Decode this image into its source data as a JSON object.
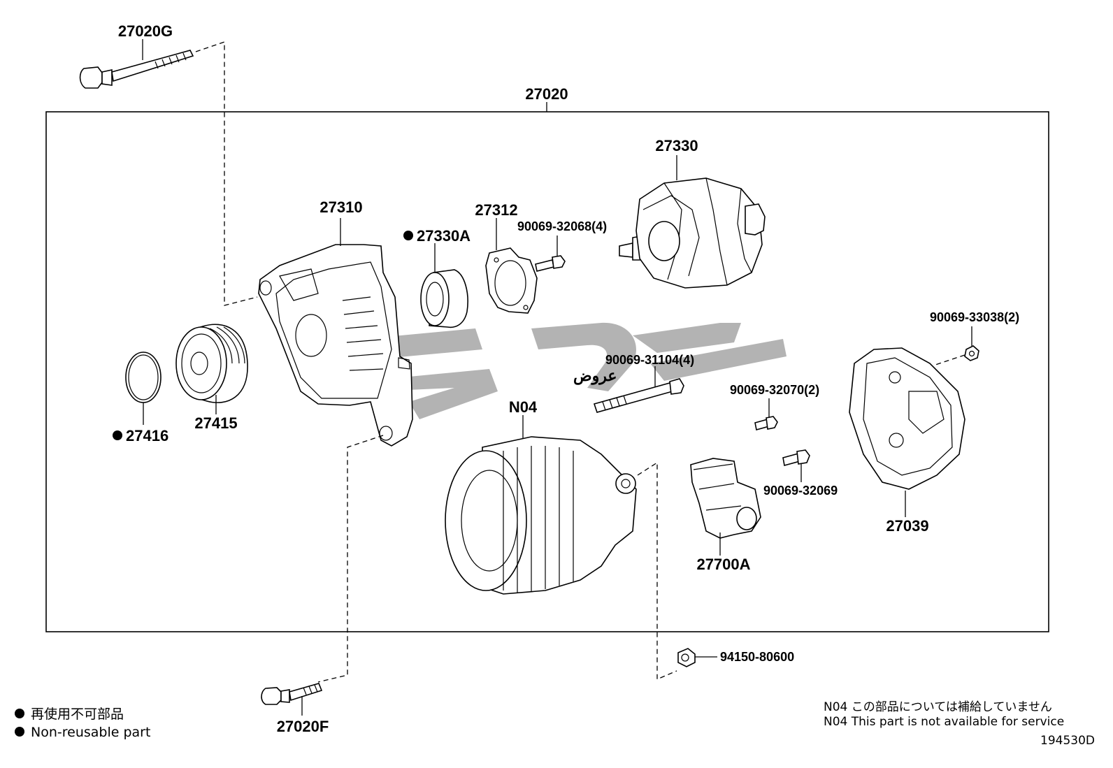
{
  "assembly": {
    "number": "27020"
  },
  "parts": {
    "bolt_top": "27020G",
    "bolt_bottom": "27020F",
    "drive_end_frame": "27310",
    "bearing": "27330A",
    "retainer": "27312",
    "screw_upper": "90069-32068(4)",
    "rotor": "27330",
    "cover_nut": "90069-33038(2)",
    "through_bolt": "90069-31104(4)",
    "screw_regulator": "90069-32070(2)",
    "screw_lower": "90069-32069",
    "stator": "N04",
    "regulator": "27700A",
    "rear_cover": "27039",
    "pulley": "27415",
    "ring": "27416",
    "nut_outside": "94150-80600"
  },
  "legend": {
    "jp": "再使用不可部品",
    "en": "Non-reusable part"
  },
  "notes": {
    "jp": "N04 この部品については補給していません",
    "en": "N04 This part is not available for service"
  },
  "figure_id": "194530D",
  "watermark": "ﻋﺮﻭﺽ"
}
